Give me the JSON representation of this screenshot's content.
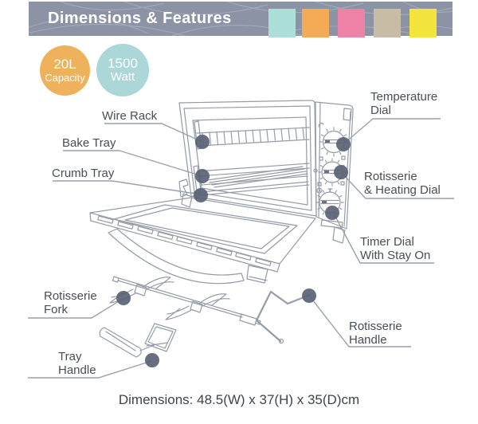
{
  "header": {
    "title": "Dimensions & Features",
    "background": "#8b93a4",
    "squares": [
      {
        "name": "teal",
        "color": "#abdfd8"
      },
      {
        "name": "orange",
        "color": "#f5ab55"
      },
      {
        "name": "pink",
        "color": "#ee82a6"
      },
      {
        "name": "tan",
        "color": "#c9bca7"
      },
      {
        "name": "yellow",
        "color": "#f4e53e"
      }
    ]
  },
  "badges": [
    {
      "name": "capacity",
      "value": "20L",
      "label": "Capacity",
      "color": "#efb25c"
    },
    {
      "name": "wattage",
      "value": "1500",
      "label": "Watt",
      "color": "#abd7d8"
    }
  ],
  "callouts": [
    {
      "id": "wire-rack",
      "lines": [
        "Wire Rack"
      ]
    },
    {
      "id": "bake-tray",
      "lines": [
        "Bake Tray"
      ]
    },
    {
      "id": "crumb-tray",
      "lines": [
        "Crumb Tray"
      ]
    },
    {
      "id": "temperature-dial",
      "lines": [
        "Temperature",
        "Dial"
      ]
    },
    {
      "id": "rotisserie-heating-dial",
      "lines": [
        "Rotisserie",
        "& Heating Dial"
      ]
    },
    {
      "id": "timer-dial",
      "lines": [
        "Timer Dial",
        "With Stay On"
      ]
    },
    {
      "id": "rotisserie-fork",
      "lines": [
        "Rotisserie",
        "Fork"
      ]
    },
    {
      "id": "rotisserie-handle",
      "lines": [
        "Rotisserie",
        "Handle"
      ]
    },
    {
      "id": "tray-handle",
      "lines": [
        "Tray",
        "Handle"
      ]
    }
  ],
  "diagram": {
    "subject": "toaster-oven-line-drawing",
    "marker_color": "#596274",
    "line_color": "#959ca7",
    "text_color": "#484e55"
  },
  "footer": {
    "dimensions_text": "Dimensions: 48.5(W) x 37(H) x 35(D)cm"
  }
}
